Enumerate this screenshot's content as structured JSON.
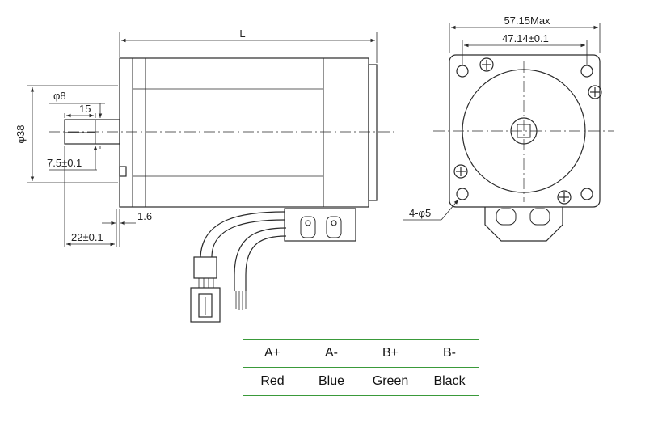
{
  "dimensions": {
    "length": "L",
    "shaft_diameter": "φ8",
    "flat_length": "15",
    "boss_diameter": "φ38",
    "flat_depth": "7.5±0.1",
    "boss_thickness": "1.6",
    "shaft_length": "22±0.1",
    "flange_max": "57.15Max",
    "hole_spacing": "47.14±0.1",
    "mount_holes": "4-φ5"
  },
  "wiring": {
    "phases": [
      "A+",
      "A-",
      "B+",
      "B-"
    ],
    "colors": [
      "Red",
      "Blue",
      "Green",
      "Black"
    ]
  },
  "colors": {
    "line": "#2a2a2a",
    "table_border": "#3a9a3a"
  }
}
